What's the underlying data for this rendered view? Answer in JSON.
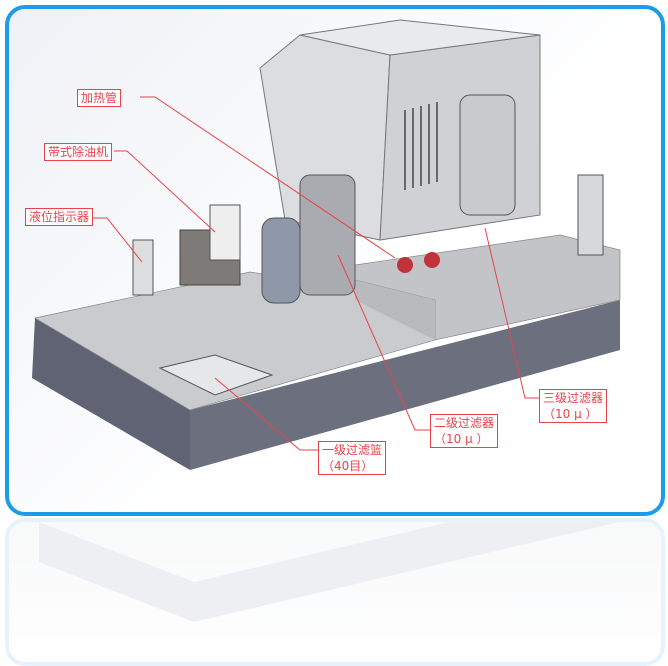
{
  "labels": {
    "heating_tube": "加热管",
    "belt_oil_skimmer": "带式除油机",
    "level_indicator": "液位指示器",
    "filter1": {
      "name": "一级过滤篮",
      "spec": "（40目）"
    },
    "filter2": {
      "name": "二级过滤器",
      "spec": "（10 μ ）"
    },
    "filter3": {
      "name": "三级过滤器",
      "spec": "（10 μ ）"
    }
  },
  "colors": {
    "frame": "#1e9be8",
    "label": "#e8434b",
    "body": "#6b6f7e"
  }
}
